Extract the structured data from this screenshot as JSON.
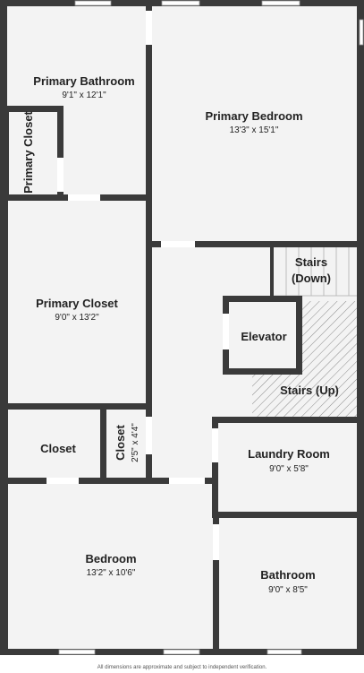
{
  "rooms": {
    "primary_bathroom": {
      "name": "Primary Bathroom",
      "dims": "9'1\" x 12'1\""
    },
    "primary_closet_small": {
      "name": "Primary Closet"
    },
    "primary_bedroom": {
      "name": "Primary Bedroom",
      "dims": "13'3\" x 15'1\""
    },
    "stairs_down": {
      "line1": "Stairs",
      "line2": "(Down)"
    },
    "primary_closet": {
      "name": "Primary Closet",
      "dims": "9'0\" x 13'2\""
    },
    "elevator": {
      "name": "Elevator"
    },
    "stairs_up": {
      "name": "Stairs (Up)"
    },
    "closet_left": {
      "name": "Closet"
    },
    "closet_small": {
      "name": "Closet",
      "dims": "2'5\" x 4'4\""
    },
    "laundry_room": {
      "name": "Laundry Room",
      "dims": "9'0\" x 5'8\""
    },
    "bedroom": {
      "name": "Bedroom",
      "dims": "13'2\" x 10'6\""
    },
    "bathroom": {
      "name": "Bathroom",
      "dims": "9'0\" x 8'5\""
    }
  },
  "disclaimer": "All dimensions are approximate and subject to independent verification."
}
